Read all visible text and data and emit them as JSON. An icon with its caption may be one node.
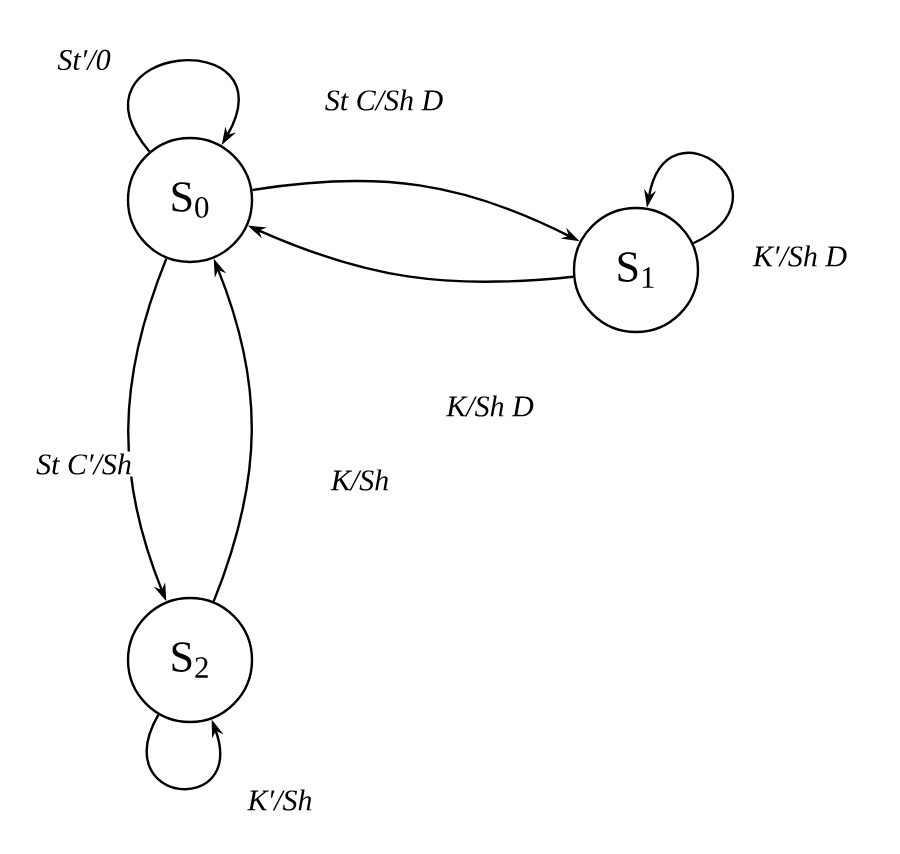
{
  "diagram": {
    "nodes": [
      {
        "text": [
          "S$_{0}$"
        ]
      },
      {
        "text": [
          "S$_{1}$"
        ]
      },
      {
        "text": [
          "S$_{2}$"
        ]
      }
    ],
    "edges": [
      {
        "from": 0,
        "to": 0,
        "arrow": "to",
        "label": "St′/0"
      },
      {
        "from": 0,
        "to": 1,
        "arrow": "to",
        "label": "St C/Sh D"
      },
      {
        "from": 1,
        "to": 0,
        "arrow": "to",
        "label": "K/Sh D"
      },
      {
        "from": 1,
        "to": 1,
        "arrow": "to",
        "label": "K′/Sh D"
      },
      {
        "from": 0,
        "to": 2,
        "arrow": "to",
        "label": "St C′/Sh"
      },
      {
        "from": 2,
        "to": 0,
        "arrow": "to",
        "label": "K/Sh"
      },
      {
        "from": 2,
        "to": 2,
        "arrow": "to",
        "label": "K′/Sh"
      }
    ]
  }
}
